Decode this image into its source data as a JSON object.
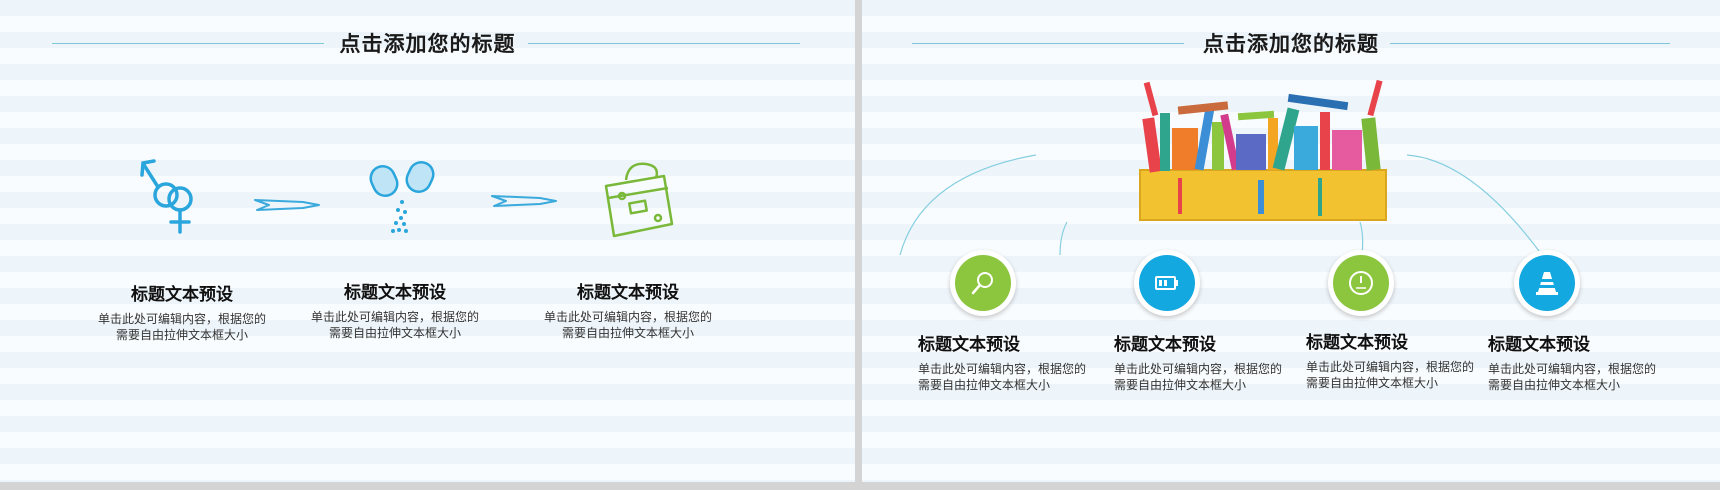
{
  "left_slide": {
    "title": "点击添加您的标题",
    "items": [
      {
        "title": "标题文本预设",
        "line1": "单击此处可编辑内容，根据您的",
        "line2": "需要自由拉伸文本框大小",
        "icon": "gender-symbol-icon"
      },
      {
        "title": "标题文本预设",
        "line1": "单击此处可编辑内容，根据您的",
        "line2": "需要自由拉伸文本框大小",
        "icon": "capsule-pill-icon"
      },
      {
        "title": "标题文本预设",
        "line1": "单击此处可编辑内容，根据您的",
        "line2": "需要自由拉伸文本框大小",
        "icon": "briefcase-icon"
      }
    ]
  },
  "right_slide": {
    "title": "点击添加您的标题",
    "illustration": "bookshelf-illustration",
    "items": [
      {
        "title": "标题文本预设",
        "line1": "单击此处可编辑内容，根据您的",
        "line2": "需要自由拉伸文本框大小",
        "icon": "magnifier-icon",
        "color": "#8cc63f"
      },
      {
        "title": "标题文本预设",
        "line1": "单击此处可编辑内容，根据您的",
        "line2": "需要自由拉伸文本框大小",
        "icon": "battery-icon",
        "color": "#14a8e0"
      },
      {
        "title": "标题文本预设",
        "line1": "单击此处可编辑内容，根据您的",
        "line2": "需要自由拉伸文本框大小",
        "icon": "gauge-icon",
        "color": "#8cc63f"
      },
      {
        "title": "标题文本预设",
        "line1": "单击此处可编辑内容，根据您的",
        "line2": "需要自由拉伸文本框大小",
        "icon": "traffic-cone-icon",
        "color": "#14a8e0"
      }
    ]
  },
  "colors": {
    "accent_blue": "#14a8e0",
    "accent_green": "#8cc63f",
    "line_teal": "#7fc6d8"
  }
}
